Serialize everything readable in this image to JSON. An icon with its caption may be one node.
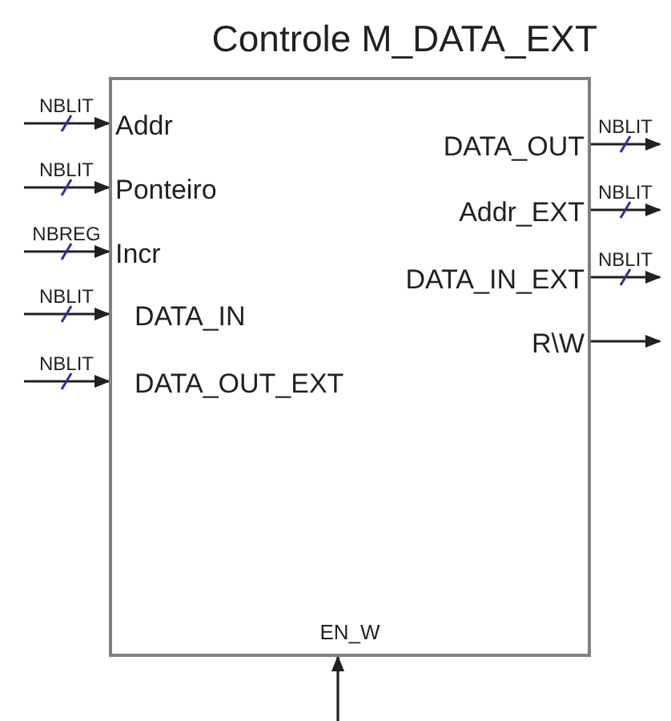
{
  "diagram": {
    "nodes": [
      {
        "text": [
          "Controle M_DATA_EXT"
        ]
      },
      {
        "text": [
          "Addr"
        ],
        "in": 0
      },
      {
        "text": [
          "Ponteiro"
        ],
        "in": 0
      },
      {
        "text": [
          "Incr"
        ],
        "in": 0
      },
      {
        "text": [
          "DATA_IN"
        ],
        "in": 0
      },
      {
        "text": [
          "DATA_OUT_EXT"
        ],
        "in": 0
      },
      {
        "text": [
          "DATA_OUT"
        ],
        "in": 0
      },
      {
        "text": [
          "Addr_EXT"
        ],
        "in": 0
      },
      {
        "text": [
          "DATA_IN_EXT"
        ],
        "in": 0
      },
      {
        "text": [
          "R\\W"
        ],
        "in": 0
      },
      {
        "text": [
          "EN_W"
        ],
        "in": 0
      }
    ],
    "edges": [
      {
        "from": null,
        "to": 1,
        "arrow": "to",
        "label": "NBLIT"
      },
      {
        "from": null,
        "to": 2,
        "arrow": "to",
        "label": "NBLIT"
      },
      {
        "from": null,
        "to": 3,
        "arrow": "to",
        "label": "NBREG"
      },
      {
        "from": null,
        "to": 4,
        "arrow": "to",
        "label": "NBLIT"
      },
      {
        "from": null,
        "to": 5,
        "arrow": "to",
        "label": "NBLIT"
      },
      {
        "from": 6,
        "to": null,
        "arrow": "to",
        "label": "NBLIT"
      },
      {
        "from": 7,
        "to": null,
        "arrow": "to",
        "label": "NBLIT"
      },
      {
        "from": 8,
        "to": null,
        "arrow": "to",
        "label": "NBLIT"
      },
      {
        "from": 9,
        "to": null,
        "arrow": "to"
      },
      {
        "from": null,
        "to": 10,
        "arrow": "to"
      }
    ]
  }
}
